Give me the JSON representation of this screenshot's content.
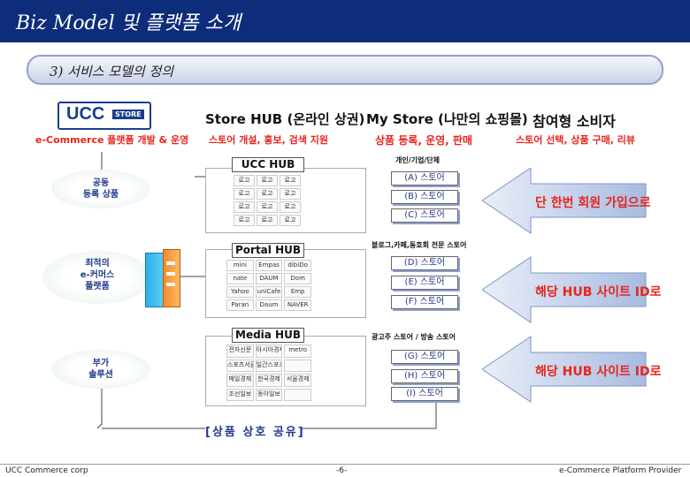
{
  "header": {
    "title": "Biz Model 및 플랫폼 소개",
    "subtitle": "3) 서비스 모델의 정의"
  },
  "ucc": {
    "logo_main": "UCC",
    "logo_box": "STORE",
    "caption": "e-Commerce 플랫폼 개발 & 운영"
  },
  "store_hub": {
    "title": "Store HUB (온라인 상권)",
    "caption": "스토어 개설, 홍보, 검색 지원"
  },
  "my_store": {
    "title": "My Store (나만의 쇼핑몰)",
    "caption": "상품 등록, 운영, 판매"
  },
  "consumer": {
    "title": "참여형 소비자",
    "caption": "스토어 선택, 상품 구매, 리뷰"
  },
  "categories": [
    {
      "line1": "공동",
      "line2": "등록 상품",
      "line3": ""
    },
    {
      "line1": "최적의",
      "line2": "e-커머스",
      "line3": "플랫폼"
    },
    {
      "line1": "부가",
      "line2": "솔루션",
      "line3": ""
    }
  ],
  "hubs": [
    {
      "title": "UCC HUB",
      "group": "개인/기업/단체",
      "stores": [
        "(A) 스토어",
        "(B) 스토어",
        "(C) 스토어"
      ],
      "logos": [
        "로고",
        "로고",
        "로고",
        "로고",
        "로고",
        "로고",
        "로고",
        "로고",
        "로고",
        "로고",
        "로고",
        "로고"
      ]
    },
    {
      "title": "Portal HUB",
      "group": "블로그,카페,동호회 전문 스토어",
      "stores": [
        "(D) 스토어",
        "(E) 스토어",
        "(F) 스토어"
      ],
      "logos": [
        "mini",
        "Empas",
        "dibiDo",
        "nate",
        "DAUM",
        "Dom",
        "Yahoo",
        "uniCafe",
        "Emp",
        "Paran",
        "Daum",
        "NAVER"
      ]
    },
    {
      "title": "Media HUB",
      "group": "광고주 스토어 / 방송 스토어",
      "stores": [
        "(G) 스토어",
        "(H) 스토어",
        "(I) 스토어"
      ],
      "logos": [
        "전자신문",
        "아시아경제",
        "metro",
        "스포츠서울",
        "일간스포츠",
        "",
        "매일경제",
        "한국경제",
        "서울경제",
        "조선일보",
        "동아일보",
        ""
      ]
    }
  ],
  "arrows": [
    "단 한번 회원 가입으로",
    "해당 HUB 사이트 ID로",
    "해당 HUB 사이트 ID로"
  ],
  "share_label": "[상품 상호 공유]",
  "footer": {
    "left": "UCC Commerce corp",
    "center": "-6-",
    "right": "e-Commerce Platform Provider"
  },
  "colors": {
    "title_bar": "#0d2c7a",
    "accent_red": "#e8251c",
    "arrow_fill": "#c7d4ec",
    "store_text": "#223a8a"
  }
}
